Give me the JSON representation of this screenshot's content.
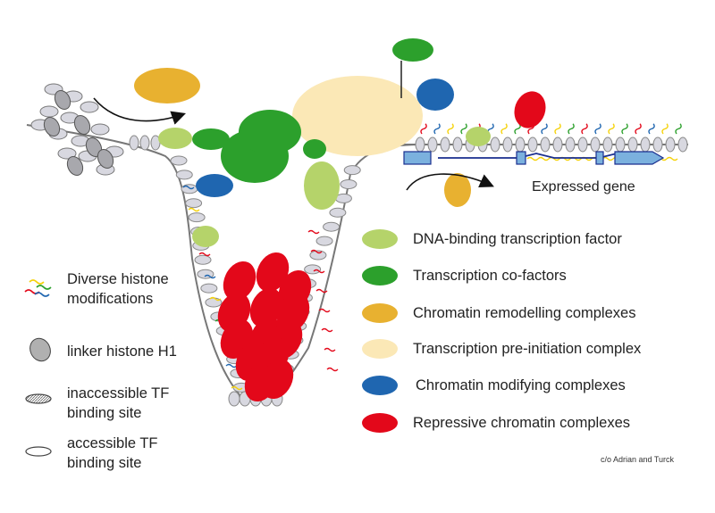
{
  "annotation": {
    "expressed_gene": "Expressed gene"
  },
  "legend_right": [
    {
      "label": "DNA-binding transcription factor",
      "color": "#b5d36a"
    },
    {
      "label": "Transcription co-factors",
      "color": "#2ca02c"
    },
    {
      "label": "Chromatin remodelling complexes",
      "color": "#e8b130"
    },
    {
      "label": "Transcription pre-initiation complex",
      "color": "#fbe8b6"
    },
    {
      "label": "Chromatin modifying complexes",
      "color": "#1f66b0"
    },
    {
      "label": "Repressive chromatin complexes",
      "color": "#e3081a"
    }
  ],
  "legend_left": [
    {
      "label_line1": "Diverse histone",
      "label_line2": "modifications",
      "icon": "histone-modification-icon"
    },
    {
      "label_line1": "linker histone H1",
      "label_line2": "",
      "icon": "linker-histone-icon"
    },
    {
      "label_line1": "inaccessible TF",
      "label_line2": "binding site",
      "icon": "inaccessible-site-icon"
    },
    {
      "label_line1": "accessible TF",
      "label_line2": "binding site",
      "icon": "accessible-site-icon"
    }
  ],
  "credit": "c/o Adrian and Turck",
  "colors": {
    "tf": "#b5d36a",
    "cofactor": "#2ca02c",
    "remodeller": "#e8b130",
    "pic": "#fbe8b6",
    "modifier": "#1f66b0",
    "repressive": "#e3081a",
    "dna": "#1a2f8f",
    "nucleosome": "#9a9aa8"
  }
}
